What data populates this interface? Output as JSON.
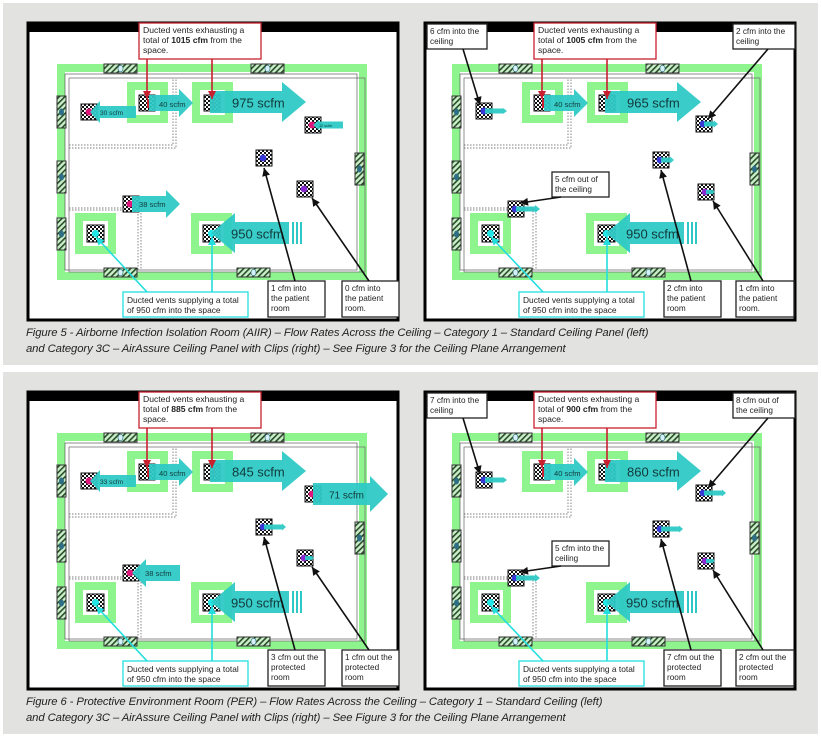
{
  "colors": {
    "page_background": "#e2e3e0",
    "room_green": "#8ef58e",
    "flow_arrow": "#2ec9c6",
    "exhaust_callout": "#c8202f",
    "supply_callout": "#22dede",
    "exhaust_dot": "#e0177a",
    "leak_dot_blue": "#3a3ad8",
    "leak_dot_purple": "#8a2bd0",
    "supply_dot": "#22e5e5"
  },
  "figures": [
    {
      "id": "figure-5",
      "caption_line1": "Figure 5 - Airborne Infection Isolation Room (AIIR) – Flow Rates Across the Ceiling – Category 1 – Standard Ceiling Panel (left)",
      "caption_line2": "and Category 3C – AirAssure Ceiling Panel with Clips (right) – See Figure 3 for the Ceiling Plane Arrangement",
      "panels": [
        {
          "side": "left",
          "exhaust_callout": {
            "prefix": "Ducted vents exhausting a",
            "line2_pre": "total of ",
            "total": "1015 cfm",
            "line2_post": " from the",
            "line3": "space."
          },
          "supply_callout": {
            "line1": "Ducted vents supplying a total",
            "line2": "of 950 cfm into the space"
          },
          "flows": {
            "main_exhaust": "975 scfm",
            "small_exhaust": "40 scfm",
            "top_left": "30 scfm",
            "top_right": "12 scfm",
            "lower_left": "38 scfm",
            "main_supply": "950 scfm"
          },
          "corner_callouts": [],
          "bottom_callouts": [
            {
              "lines": [
                "1 cfm into",
                "the patient",
                "room"
              ]
            },
            {
              "lines": [
                "0 cfm into",
                "the patient",
                "room."
              ]
            }
          ]
        },
        {
          "side": "right",
          "exhaust_callout": {
            "prefix": "Ducted vents exhausting a",
            "line2_pre": "total of ",
            "total": "1005 cfm",
            "line2_post": " from the",
            "line3": "space."
          },
          "supply_callout": {
            "line1": "Ducted vents supplying a total",
            "line2": "of 950 cfm into the space"
          },
          "flows": {
            "main_exhaust": "965 scfm",
            "small_exhaust": "40 scfm",
            "main_supply": "950 scfm"
          },
          "corner_callouts": [
            {
              "position": "top-left",
              "lines": [
                "6 cfm into the",
                "ceiling"
              ]
            },
            {
              "position": "top-right",
              "lines": [
                "2 cfm into the",
                "ceiling"
              ]
            },
            {
              "position": "middle",
              "lines": [
                "5 cfm out of",
                "the ceiling"
              ]
            }
          ],
          "bottom_callouts": [
            {
              "lines": [
                "2 cfm into",
                "the patient",
                "room"
              ]
            },
            {
              "lines": [
                "1 cfm into",
                "the patient",
                "room."
              ]
            }
          ]
        }
      ]
    },
    {
      "id": "figure-6",
      "caption_line1": "Figure 6 - Protective Environment Room (PER) – Flow Rates Across the Ceiling – Category 1 – Standard Ceiling (left)",
      "caption_line2": "and Category 3C – AirAssure Ceiling Panel with Clips (right) – See Figure 3 for the Ceiling Plane Arrangement",
      "panels": [
        {
          "side": "left",
          "exhaust_callout": {
            "prefix": "Ducted vents exhausting a",
            "line2_pre": "total of ",
            "total": "885 cfm",
            "line2_post": " from the",
            "line3": "space."
          },
          "supply_callout": {
            "line1": "Ducted vents supplying a total",
            "line2": "of 950 cfm into the space"
          },
          "flows": {
            "main_exhaust": "845 scfm",
            "small_exhaust": "40 scfm",
            "top_left": "33 scfm",
            "top_right": "71 scfm",
            "lower_left": "38 scfm",
            "main_supply": "950 scfm"
          },
          "corner_callouts": [],
          "bottom_callouts": [
            {
              "lines": [
                "3 cfm out the",
                "protected",
                "room"
              ]
            },
            {
              "lines": [
                "1 cfm out the",
                "protected",
                "room"
              ]
            }
          ]
        },
        {
          "side": "right",
          "exhaust_callout": {
            "prefix": "Ducted vents exhausting a",
            "line2_pre": "total of ",
            "total": "900 cfm",
            "line2_post": " from the",
            "line3": "space."
          },
          "supply_callout": {
            "line1": "Ducted vents supplying a total",
            "line2": "of 950 cfm into the space"
          },
          "flows": {
            "main_exhaust": "860 scfm",
            "small_exhaust": "40 scfm",
            "main_supply": "950 scfm"
          },
          "corner_callouts": [
            {
              "position": "top-left",
              "lines": [
                "7 cfm into the",
                "ceiling"
              ]
            },
            {
              "position": "top-right",
              "lines": [
                "8 cfm out of",
                "the ceiling"
              ]
            },
            {
              "position": "middle",
              "lines": [
                "5 cfm into the",
                "ceiling"
              ]
            }
          ],
          "bottom_callouts": [
            {
              "lines": [
                "7 cfm out the",
                "protected",
                "room"
              ]
            },
            {
              "lines": [
                "2 cfm out the",
                "protected",
                "room"
              ]
            }
          ]
        }
      ]
    }
  ]
}
